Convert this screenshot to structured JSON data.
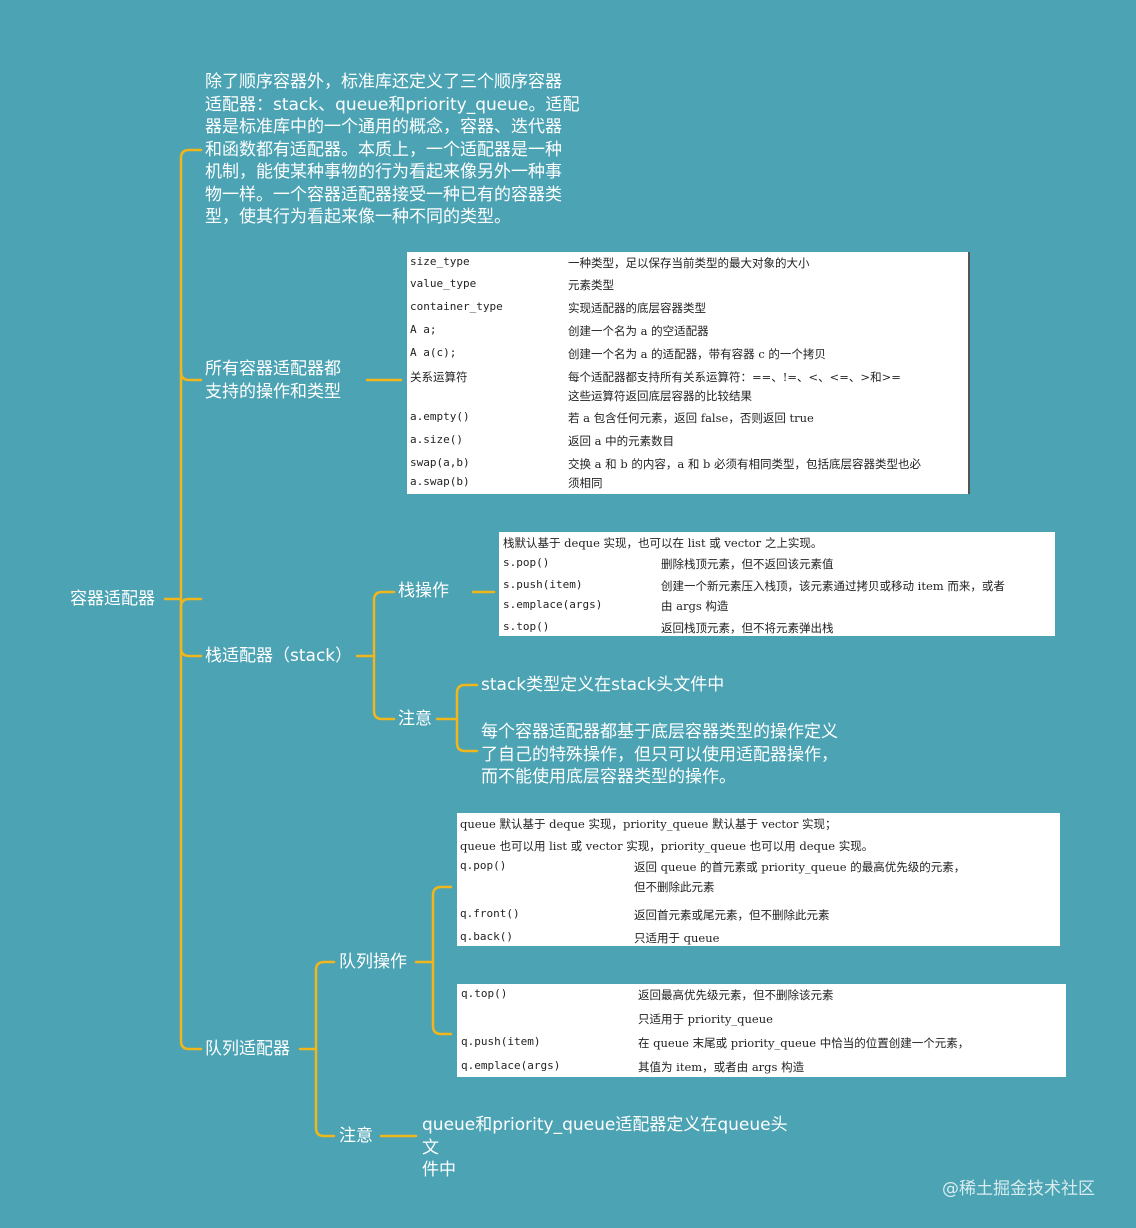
{
  "root": {
    "label": "容器适配器"
  },
  "intro": {
    "lines": [
      "除了顺序容器外，标准库还定义了三个顺序容器",
      "适配器：stack、queue和priority_queue。适配",
      "器是标准库中的一个通用的概念，容器、迭代器",
      "和函数都有适配器。本质上，一个适配器是一种",
      "机制，能使某种事物的行为看起来像另外一种事",
      "物一样。一个容器适配器接受一种已有的容器类",
      "型，使其行为看起来像一种不同的类型。"
    ]
  },
  "common": {
    "label_lines": [
      "所有容器适配器都",
      "支持的操作和类型"
    ],
    "table": [
      {
        "a": "size_type",
        "b": "一种类型，足以保存当前类型的最大对象的大小"
      },
      {
        "a": "value_type",
        "b": "元素类型"
      },
      {
        "a": "container_type",
        "b": "实现适配器的底层容器类型"
      },
      {
        "a": "A a;",
        "b": "创建一个名为 a 的空适配器"
      },
      {
        "a": "A a(c);",
        "b": "创建一个名为 a 的适配器，带有容器 c 的一个拷贝"
      },
      {
        "a": "关系运算符",
        "b": "每个适配器都支持所有关系运算符：==、!=、<、<=、>和>="
      },
      {
        "a": "",
        "b": "这些运算符返回底层容器的比较结果"
      },
      {
        "a": "a.empty()",
        "b": "若 a 包含任何元素，返回 false，否则返回 true"
      },
      {
        "a": "a.size()",
        "b": "返回 a 中的元素数目"
      },
      {
        "a": "swap(a,b)",
        "b": "交换 a 和 b 的内容，a 和 b 必须有相同类型，包括底层容器类型也必"
      },
      {
        "a": "a.swap(b)",
        "b": "须相同"
      }
    ]
  },
  "stack": {
    "label": "栈适配器（stack）",
    "ops_label": "栈操作",
    "ops_table": [
      {
        "a": "栈默认基于 deque 实现，也可以在 list 或 vector 之上实现。",
        "b": ""
      },
      {
        "a": "s.pop()",
        "b": "删除栈顶元素，但不返回该元素值"
      },
      {
        "a": "s.push(item)",
        "b": "创建一个新元素压入栈顶，该元素通过拷贝或移动 item 而来，或者"
      },
      {
        "a": "s.emplace(args)",
        "b": "由 args 构造"
      },
      {
        "a": "s.top()",
        "b": "返回栈顶元素，但不将元素弹出栈"
      }
    ],
    "note_label": "注意",
    "note1": "stack类型定义在stack头文件中",
    "note2_lines": [
      "每个容器适配器都基于底层容器类型的操作定义",
      "了自己的特殊操作，但只可以使用适配器操作，",
      "而不能使用底层容器类型的操作。"
    ]
  },
  "queue": {
    "label": "队列适配器",
    "ops_label": "队列操作",
    "table1": [
      {
        "a": "queue 默认基于 deque 实现，priority_queue 默认基于 vector 实现；",
        "b": ""
      },
      {
        "a": "queue 也可以用 list 或 vector 实现，priority_queue 也可以用 deque 实现。",
        "b": ""
      },
      {
        "a": "q.pop()",
        "b": "返回 queue 的首元素或 priority_queue 的最高优先级的元素，"
      },
      {
        "a": "",
        "b": "但不删除此元素"
      },
      {
        "a": "q.front()",
        "b": "返回首元素或尾元素，但不删除此元素"
      },
      {
        "a": "q.back()",
        "b": "只适用于 queue"
      }
    ],
    "table2": [
      {
        "a": "q.top()",
        "b": "返回最高优先级元素，但不删除该元素"
      },
      {
        "a": "",
        "b": "只适用于 priority_queue"
      },
      {
        "a": "q.push(item)",
        "b": "在 queue 末尾或 priority_queue 中恰当的位置创建一个元素，"
      },
      {
        "a": "q.emplace(args)",
        "b": "其值为 item，或者由 args 构造"
      }
    ],
    "note_label": "注意",
    "note_lines": [
      "queue和priority_queue适配器定义在queue头文",
      "件中"
    ]
  },
  "watermark": "@稀土掘金技术社区",
  "colors": {
    "background": "#4ba3b4",
    "line": "#f0b61c",
    "text": "#ffffff"
  }
}
